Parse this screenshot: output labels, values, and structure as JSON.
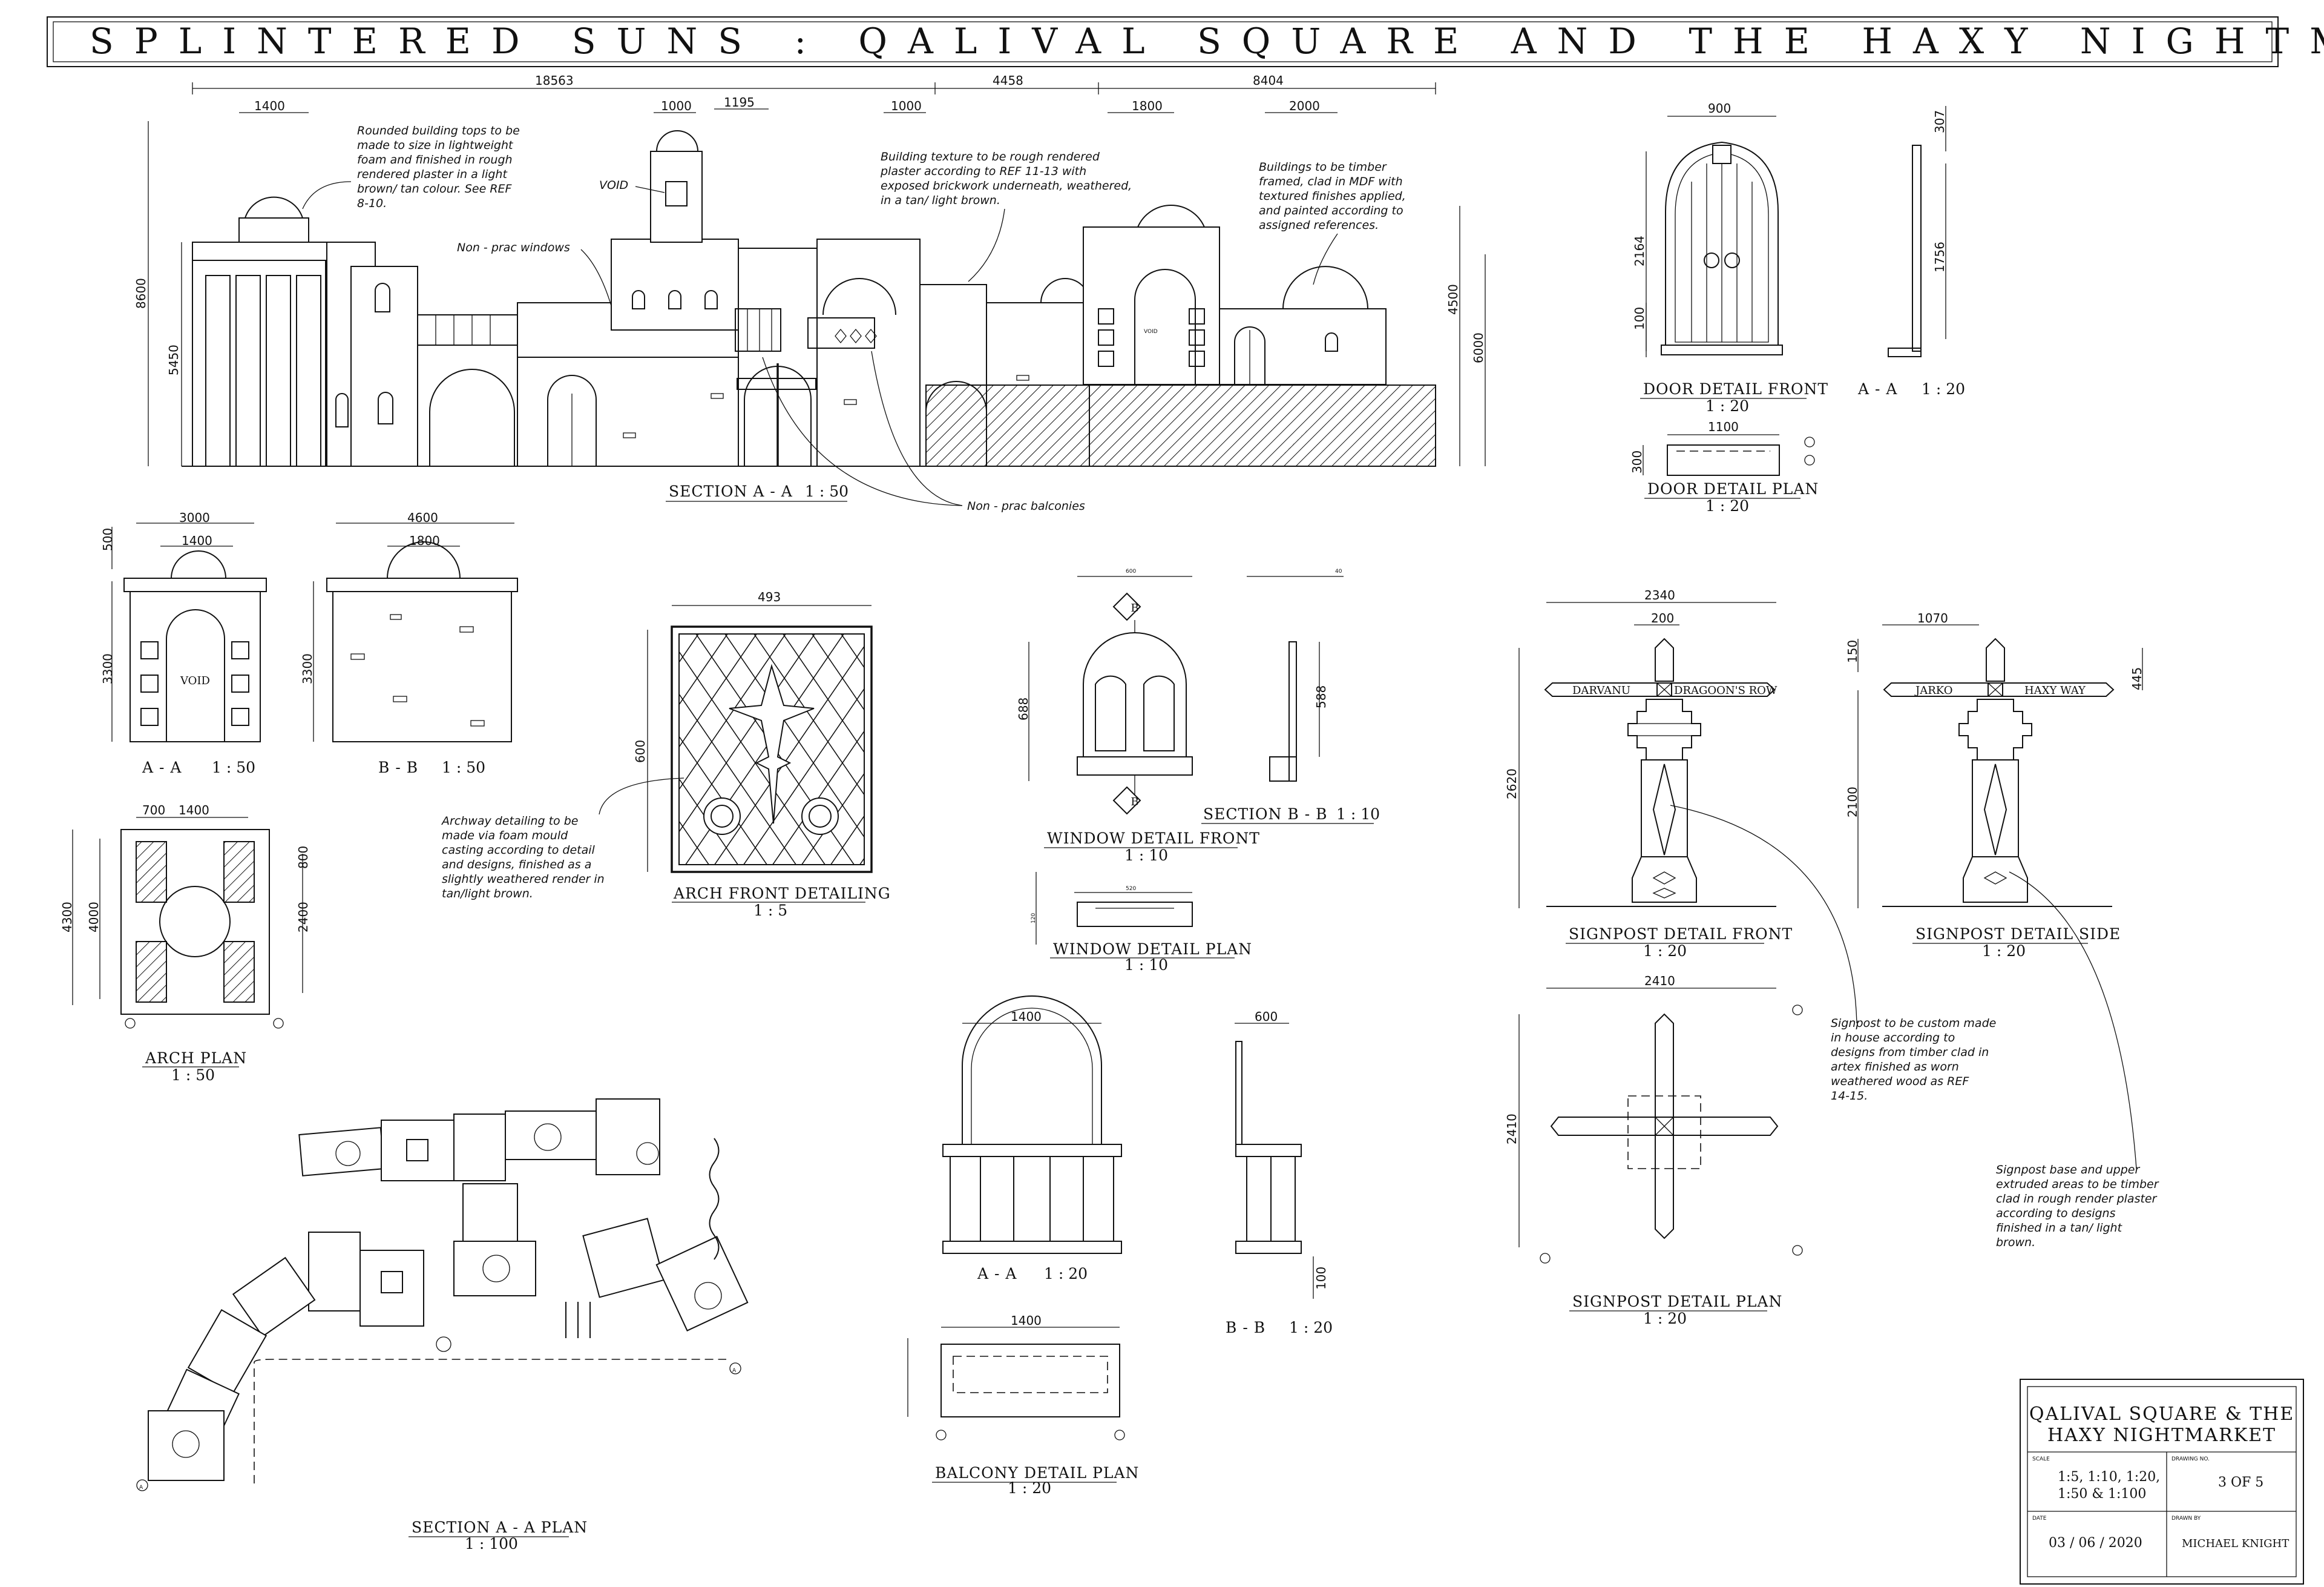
{
  "title": "SPLINTERED SUNS : QALIVAL SQUARE AND THE HAXY NIGHTMARKET",
  "views": {
    "section_aa": {
      "label": "SECTION A - A",
      "scale": "1 : 50"
    },
    "aa_small": {
      "label": "A - A",
      "scale": "1 : 50"
    },
    "bb_small": {
      "label": "B - B",
      "scale": "1 : 50"
    },
    "arch_plan": {
      "label": "ARCH PLAN",
      "scale": "1 : 50"
    },
    "section_plan": {
      "label": "SECTION A - A PLAN",
      "scale": "1 : 100"
    },
    "arch_front": {
      "label": "ARCH FRONT DETAILING",
      "scale": "1 : 5"
    },
    "window_front": {
      "label": "WINDOW DETAIL FRONT",
      "scale": "1 : 10"
    },
    "window_plan": {
      "label": "WINDOW DETAIL PLAN",
      "scale": "1 : 10"
    },
    "section_bb": {
      "label": "SECTION B - B",
      "scale": "1 : 10"
    },
    "balcony_aa": {
      "label": "A - A",
      "scale": "1 : 20"
    },
    "balcony_bb": {
      "label": "B - B",
      "scale": "1 : 20"
    },
    "balcony_plan": {
      "label": "BALCONY DETAIL PLAN",
      "scale": "1 : 20"
    },
    "door_front": {
      "label": "DOOR DETAIL FRONT",
      "scale": "1 : 20"
    },
    "door_aa": {
      "label": "A - A",
      "scale": "1 : 20"
    },
    "door_plan": {
      "label": "DOOR DETAIL PLAN",
      "scale": "1 : 20"
    },
    "sign_front": {
      "label": "SIGNPOST DETAIL FRONT",
      "scale": "1 : 20"
    },
    "sign_side": {
      "label": "SIGNPOST DETAIL SIDE",
      "scale": "1 : 20"
    },
    "sign_plan": {
      "label": "SIGNPOST DETAIL PLAN",
      "scale": "1 : 20"
    }
  },
  "dimensions": {
    "s_18563": "18563",
    "s_4458": "4458",
    "s_8404": "8404",
    "s_1400": "1400",
    "s_1000a": "1000",
    "s_1195": "1195",
    "s_1000b": "1000",
    "s_1800": "1800",
    "s_2000": "2000",
    "s_8600": "8600",
    "s_5450": "5450",
    "s_4500": "4500",
    "s_6000": "6000",
    "aa_3000": "3000",
    "aa_1400": "1400",
    "aa_500": "500",
    "aa_3300": "3300",
    "bb_4600": "4600",
    "bb_1800": "1800",
    "bb_3300": "3300",
    "ap_700": "700",
    "ap_1400": "1400",
    "ap_4300": "4300",
    "ap_4000": "4000",
    "ap_2400": "2400",
    "ap_800": "800",
    "af_493": "493",
    "af_600": "600",
    "w_600": "600",
    "w_40": "40",
    "w_688": "688",
    "w_588": "588",
    "w_520": "520",
    "w_120": "120",
    "d_900": "900",
    "d_2164": "2164",
    "d_100": "100",
    "d_307": "307",
    "d_1756": "1756",
    "d_1100": "1100",
    "d_300": "300",
    "sf_2340": "2340",
    "sf_200": "200",
    "sf_2620": "2620",
    "ss_1070": "1070",
    "ss_150": "150",
    "ss_445": "445",
    "ss_2100": "2100",
    "sp_2410h": "2410",
    "sp_2410v": "2410",
    "b_1400a": "1400",
    "b_600": "600",
    "b_1400b": "1400",
    "b_100": "100"
  },
  "signs": {
    "front_left": "DARVANU",
    "front_right": "DRAGOON'S ROW",
    "side_left": "JARKO",
    "side_right": "HAXY WAY"
  },
  "marks": {
    "void": "VOID",
    "section_a": "A",
    "section_b": "B"
  },
  "notes": {
    "rounded_tops": [
      "Rounded building tops to be",
      "made to size in lightweight",
      "foam and finished in rough",
      "rendered plaster in a light",
      "brown/ tan colour. See REF",
      "8-10."
    ],
    "void_label": "VOID",
    "non_prac_windows": "Non - prac windows",
    "building_texture": [
      "Building texture to be rough rendered",
      "plaster according to REF 11-13 with",
      "exposed brickwork underneath, weathered,",
      "in a tan/ light brown."
    ],
    "timber_buildings": [
      "Buildings to be timber",
      "framed, clad in MDF with",
      "textured finishes applied,",
      "and painted according to",
      "assigned references."
    ],
    "non_prac_balconies": "Non - prac balconies",
    "archway_detailing": [
      "Archway detailing to be",
      "made via foam mould",
      "casting according to detail",
      "and designs, finished as a",
      "slightly weathered render in",
      "tan/light brown."
    ],
    "signpost_custom": [
      "Signpost to be custom made",
      "in house according to",
      "designs from timber clad in",
      "artex finished as worn",
      "weathered wood as REF",
      "14-15."
    ],
    "signpost_base": [
      "Signpost base and upper",
      "extruded areas to be timber",
      "clad in rough render plaster",
      "according to designs",
      "finished in a tan/ light",
      "brown."
    ]
  },
  "title_block": {
    "project_line1": "QALIVAL SQUARE & THE",
    "project_line2": "HAXY NIGHTMARKET",
    "scale_header": "SCALE",
    "scale_line1": "1:5, 1:10, 1:20,",
    "scale_line2": "1:50 & 1:100",
    "drawing_header": "DRAWING NO.",
    "drawing_no": "3 OF 5",
    "date_header": "DATE",
    "date": "03 / 06 / 2020",
    "drawn_header": "DRAWN BY",
    "drawn_by": "MICHAEL KNIGHT"
  }
}
